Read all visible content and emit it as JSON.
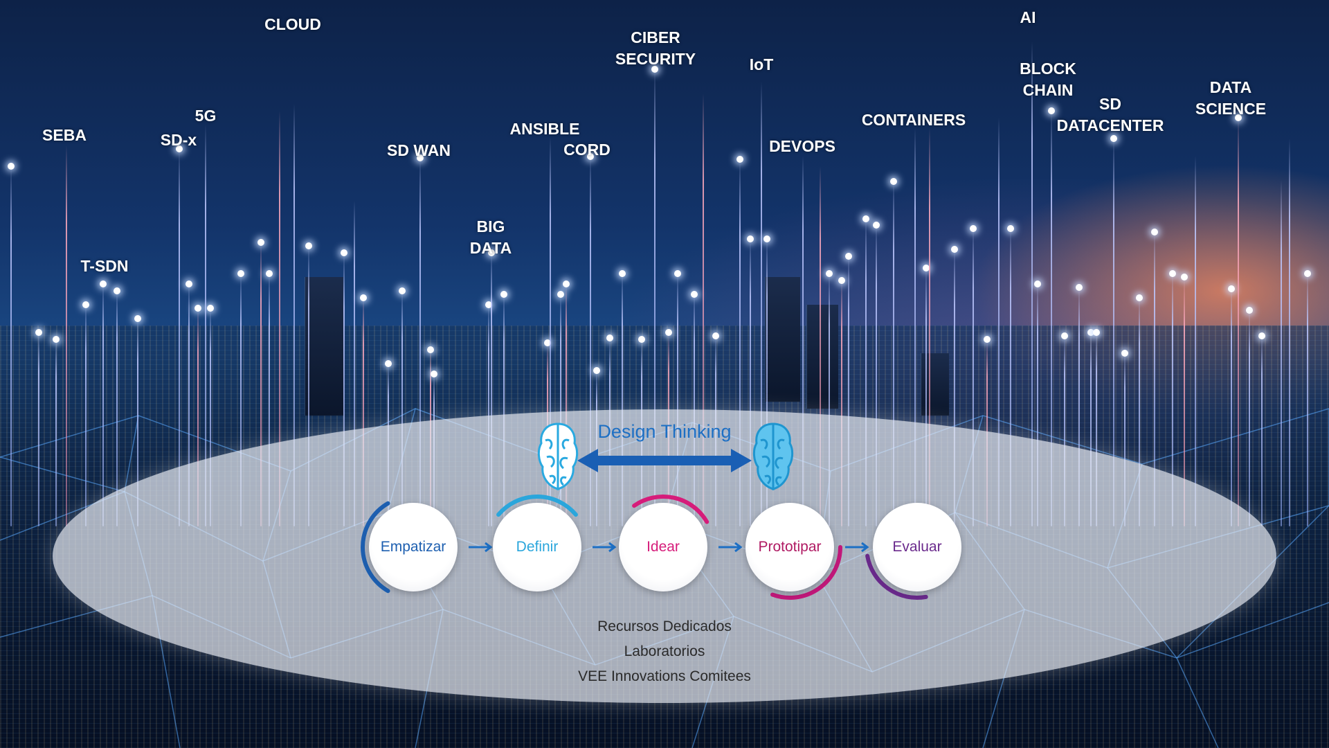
{
  "tech_labels": [
    {
      "id": "seba",
      "text": [
        "SEBA"
      ]
    },
    {
      "id": "sd-x",
      "text": [
        "SD-x"
      ]
    },
    {
      "id": "5g",
      "text": [
        "5G"
      ]
    },
    {
      "id": "cloud",
      "text": [
        "CLOUD"
      ]
    },
    {
      "id": "t-sdn",
      "text": [
        "T-SDN"
      ]
    },
    {
      "id": "sd-wan",
      "text": [
        "SD WAN"
      ]
    },
    {
      "id": "big-data",
      "text": [
        "BIG",
        "DATA"
      ]
    },
    {
      "id": "ansible",
      "text": [
        "ANSIBLE"
      ]
    },
    {
      "id": "cord",
      "text": [
        "CORD"
      ]
    },
    {
      "id": "ciber-security",
      "text": [
        "CIBER",
        "SECURITY"
      ]
    },
    {
      "id": "iot",
      "text": [
        "IoT"
      ]
    },
    {
      "id": "devops",
      "text": [
        "DEVOPS"
      ]
    },
    {
      "id": "containers",
      "text": [
        "CONTAINERS"
      ]
    },
    {
      "id": "ai",
      "text": [
        "AI"
      ]
    },
    {
      "id": "block-chain",
      "text": [
        "BLOCK",
        "CHAIN"
      ]
    },
    {
      "id": "sd-datacenter",
      "text": [
        "SD",
        "DATACENTER"
      ]
    },
    {
      "id": "data-science",
      "text": [
        "DATA",
        "SCIENCE"
      ]
    }
  ],
  "design_thinking": {
    "title": "Design Thinking",
    "steps": [
      {
        "label": "Empatizar",
        "color": "#1d5fb0",
        "arc_color": "#1d5fb0"
      },
      {
        "label": "Definir",
        "color": "#2aa6dc",
        "arc_color": "#2aa6dc"
      },
      {
        "label": "Idear",
        "color": "#d61c7a",
        "arc_color": "#d61c7a"
      },
      {
        "label": "Prototipar",
        "color": "#b01a63",
        "arc_color": "#c2187a"
      },
      {
        "label": "Evaluar",
        "color": "#6a2a8c",
        "arc_color": "#6a2a8c"
      }
    ],
    "resources": [
      "Recursos Dedicados",
      "Laboratorios",
      "VEE Innovations Comitees"
    ]
  },
  "colors": {
    "brain": "#29a9e0",
    "arrow": "#1a5fb4",
    "step_arrow": "#1d6fc4"
  }
}
